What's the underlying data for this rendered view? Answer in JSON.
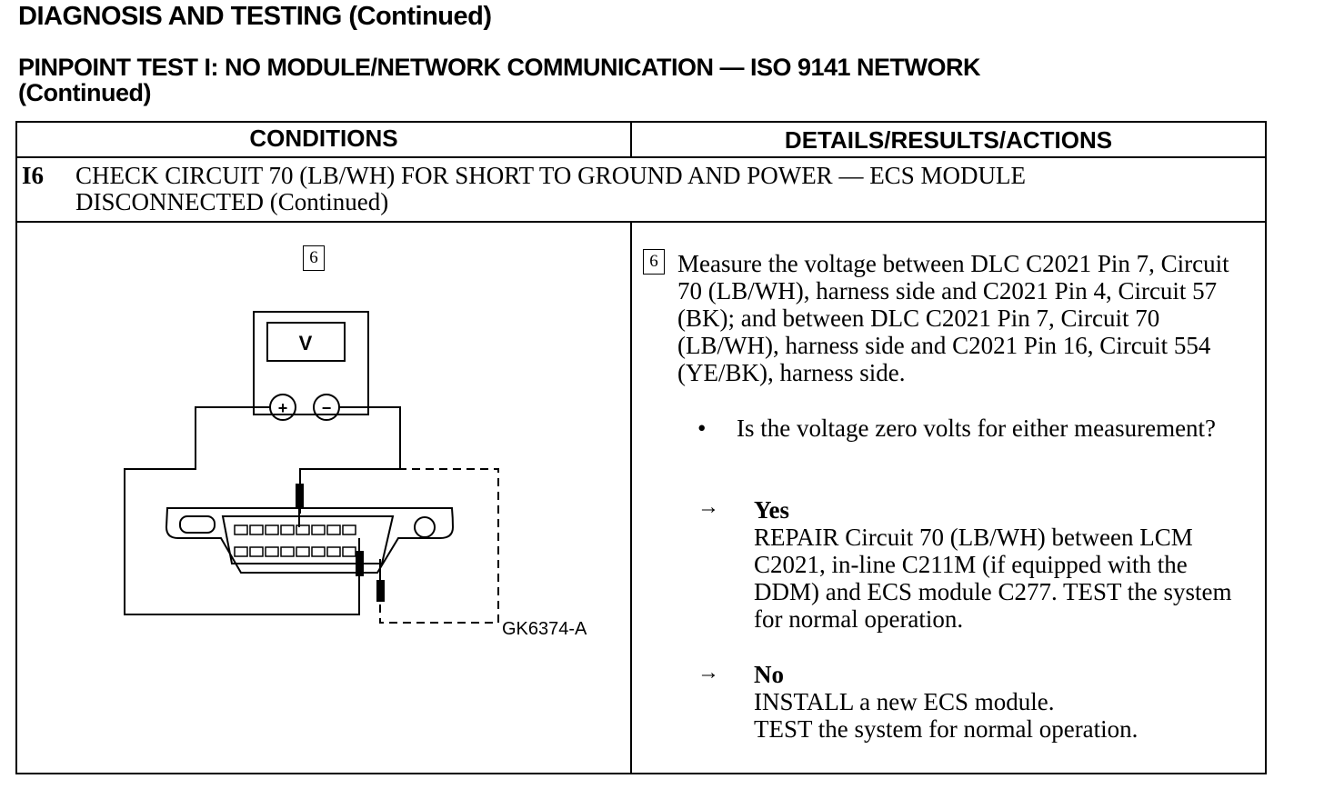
{
  "header": {
    "title": "DIAGNOSIS AND TESTING (Continued)",
    "subtitle_line1": "PINPOINT TEST I:  NO MODULE/NETWORK COMMUNICATION — ISO 9141 NETWORK",
    "subtitle_line2": "(Continued)"
  },
  "table": {
    "col_conditions": "CONDITIONS",
    "col_details": "DETAILS/RESULTS/ACTIONS",
    "step_id": "I6",
    "step_title": "CHECK CIRCUIT 70 (LB/WH) FOR SHORT TO GROUND AND POWER — ECS MODULE DISCONNECTED (Continued)",
    "left_step_number": "6",
    "right_step_number": "6",
    "meter_label": "V",
    "meter_plus": "+",
    "meter_minus": "−",
    "figure_code": "GK6374-A",
    "instruction": "Measure the voltage between DLC C2021 Pin 7, Circuit 70 (LB/WH), harness side and C2021 Pin 4, Circuit 57 (BK); and between DLC C2021 Pin 7, Circuit 70 (LB/WH), harness side and C2021 Pin 16, Circuit 554 (YE/BK), harness side.",
    "bullet": "•",
    "question": "Is the voltage zero volts for either measurement?",
    "arrow": "→",
    "yes_label": "Yes",
    "yes_action": "REPAIR Circuit 70 (LB/WH) between LCM C2021, in-line C211M (if equipped with the DDM) and ECS module C277. TEST the system for normal operation.",
    "no_label": "No",
    "no_action_line1": "INSTALL a new ECS module.",
    "no_action_line2": "TEST the system for normal operation."
  }
}
